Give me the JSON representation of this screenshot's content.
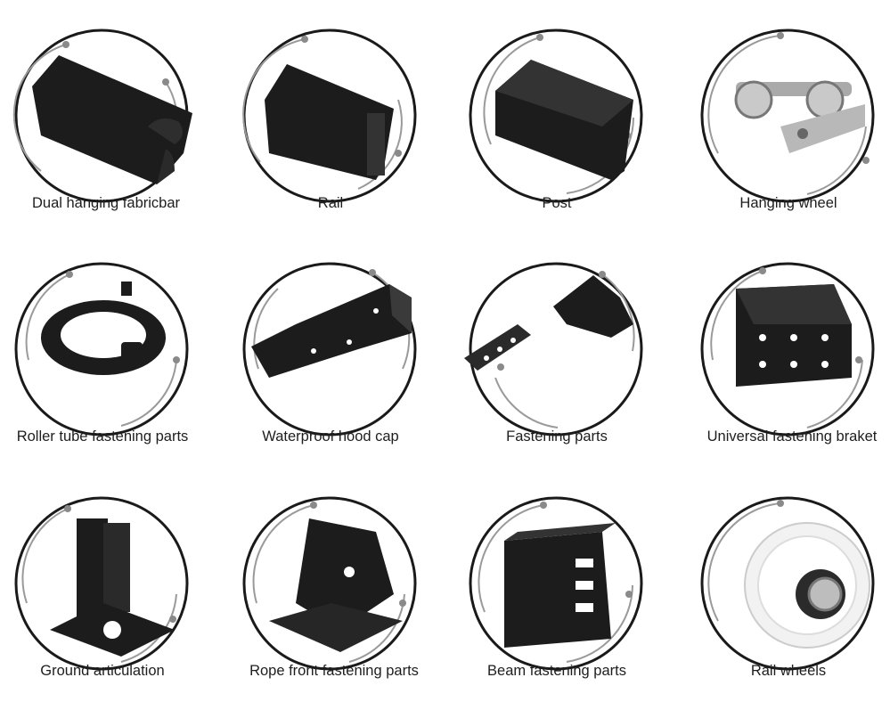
{
  "items": [
    {
      "label": "Dual hanging fabricbar"
    },
    {
      "label": "Rail"
    },
    {
      "label": "Post"
    },
    {
      "label": "Hanging wheel"
    },
    {
      "label": "Roller tube fastening parts"
    },
    {
      "label": "Waterproof hood cap"
    },
    {
      "label": "Fastening parts"
    },
    {
      "label": "Universal fastening braket"
    },
    {
      "label": "Ground articulation"
    },
    {
      "label": "Rope front fastening parts"
    },
    {
      "label": "Beam fastening parts"
    },
    {
      "label": "Rail wheels"
    }
  ],
  "colors": {
    "circle": "#1a1a1a",
    "accent_arc": "#9a9a9a",
    "part": "#1c1c1c",
    "label": "#1e1e1e"
  }
}
